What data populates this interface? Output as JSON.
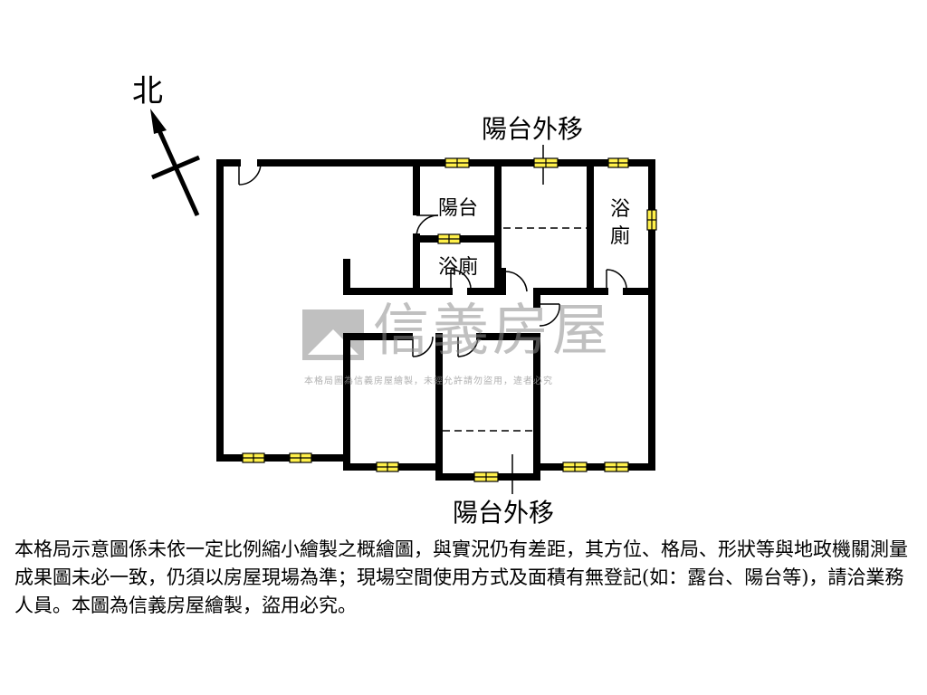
{
  "north": {
    "label": "北"
  },
  "labels": {
    "balcony_top": "陽台外移",
    "balcony_bottom": "陽台外移",
    "balcony_small": "陽台",
    "bath_right": "浴廁",
    "bath_small": "浴廁"
  },
  "watermark": {
    "logo_text": "信義房屋",
    "sub_text": "本格局圖為信義房屋繪製，未經允許請勿盜用，違者必究"
  },
  "disclaimer": "本格局示意圖係未依一定比例縮小繪製之概繪圖，與實況仍有差距，其方位、格局、形狀等與地政機關測量成果圖未必一致，仍須以房屋現場為準；現場空間使用方式及面積有無登記(如：露台、陽台等)，請洽業務人員。本圖為信義房屋繪製，盜用必究。",
  "colors": {
    "wall": "#000000",
    "window": "#fff04a",
    "watermark": "#8c8c8c"
  }
}
